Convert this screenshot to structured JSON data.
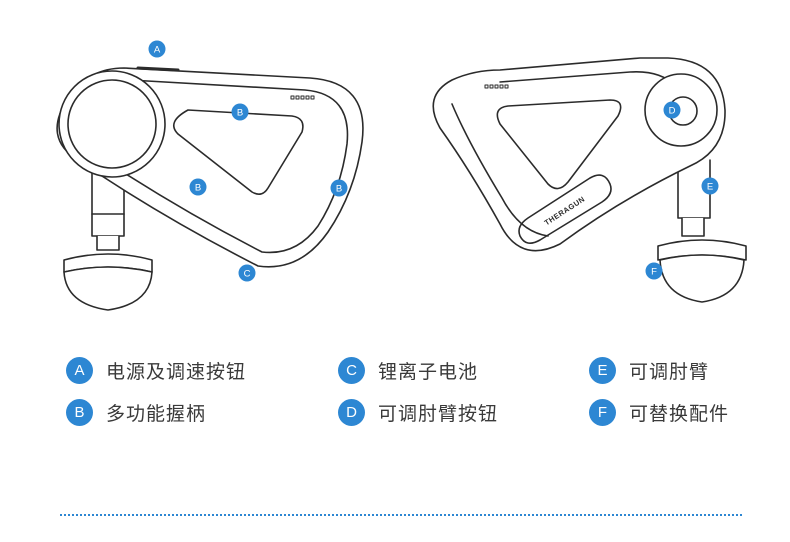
{
  "colors": {
    "accent": "#2d87d3",
    "outline": "#2b2b2b",
    "text": "#3a3a3a",
    "divider": "#2d87d3"
  },
  "device_brand": "THERAGUN",
  "markers": {
    "left": [
      "A",
      "B",
      "B",
      "B",
      "C"
    ],
    "right": [
      "D",
      "E",
      "F"
    ]
  },
  "legend": [
    {
      "letter": "A",
      "text": "电源及调速按钮"
    },
    {
      "letter": "B",
      "text": "多功能握柄"
    },
    {
      "letter": "C",
      "text": "锂离子电池"
    },
    {
      "letter": "D",
      "text": "可调肘臂按钮"
    },
    {
      "letter": "E",
      "text": "可调肘臂"
    },
    {
      "letter": "F",
      "text": "可替换配件"
    }
  ]
}
